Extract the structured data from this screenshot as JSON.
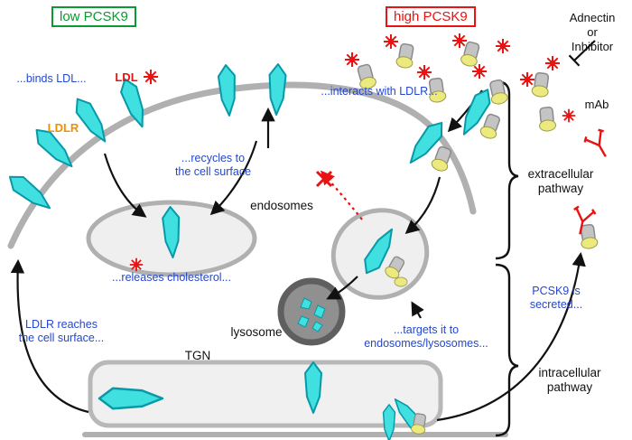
{
  "colors": {
    "green": "#0a9a32",
    "red": "#e81313",
    "blue": "#2447cc",
    "orange": "#f09000",
    "cyan": "#3fe0df",
    "membrane_gray": "#b0b0b0",
    "lysosome_gray": "#5f5f5f",
    "pcsk9_yellow": "#ece97e"
  },
  "condition_boxes": {
    "low": "low PCSK9",
    "high": "high PCSK9"
  },
  "labels": {
    "binds_ldl": "...binds LDL...",
    "ldl": "LDL",
    "ldlr": "LDLR",
    "interacts_ldlr": "...interacts with LDLR...",
    "adnectin_inhibitor": "Adnectin\nor Inhibitor",
    "mab": "mAb",
    "recycles": "...recycles to\nthe cell surface",
    "endosomes": "endosomes",
    "extracellular_pathway": "extracellular\npathway",
    "releases_cholesterol": "...releases cholesterol...",
    "lysosome": "lysosome",
    "targets": "...targets it to\nendosomes/lysosomes...",
    "ldlr_reaches": "LDLR reaches\nthe cell surface...",
    "pcsk9_secreted": "PCSK9 is secreted...",
    "tgn": "TGN",
    "intracellular_pathway": "intracellular\npathway"
  },
  "icons": {
    "ldl_particle": "red starburst",
    "ldlr_receptor": "cyan elongated receptor",
    "pcsk9_protein": "gray barrel with yellow base",
    "antibody": "red Y-shaped antibody",
    "inhibitor_symbol": "T-bar inhibition line",
    "blocked_recycling": "red X over red dotted arrow",
    "pathway_brace": "curly brace"
  }
}
